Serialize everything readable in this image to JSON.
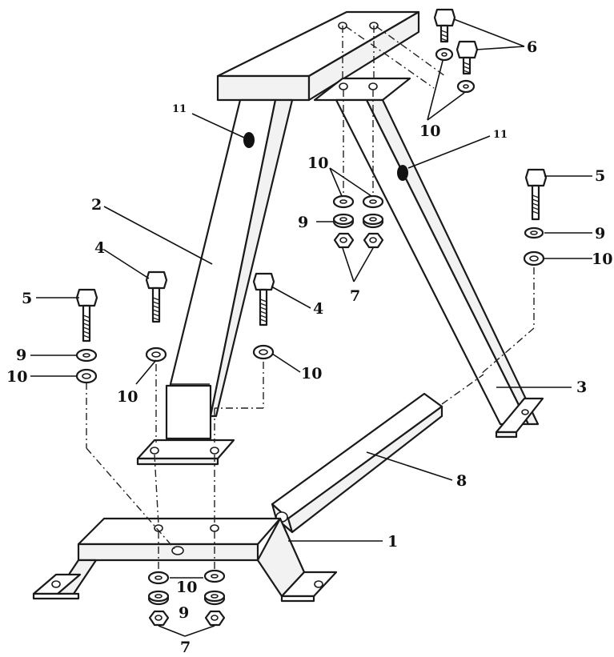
{
  "diagram": {
    "labels": {
      "p1": "1",
      "p2": "2",
      "p3": "3",
      "p4a": "4",
      "p4b": "4",
      "p5a": "5",
      "p5b": "5",
      "p6": "6",
      "p7a": "7",
      "p7b": "7",
      "p8": "8",
      "p9a": "9",
      "p9b": "9",
      "p9c": "9",
      "p9d": "9",
      "p10a": "10",
      "p10b": "10",
      "p10c": "10",
      "p10d": "10",
      "p10e": "10",
      "p10f": "10",
      "p10g": "10",
      "p11a": "11",
      "p11b": "11"
    }
  }
}
